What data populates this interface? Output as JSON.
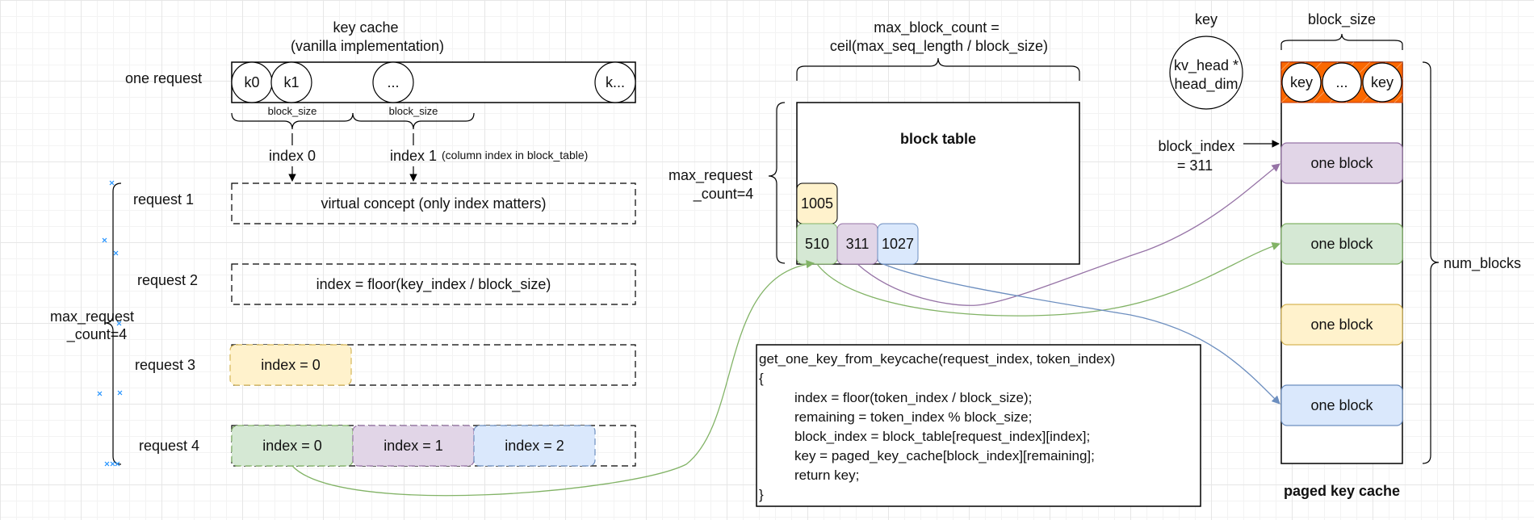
{
  "colors": {
    "yellow_fill": "#fff2cc",
    "yellow_stroke": "#d6b656",
    "green_fill": "#d5e8d4",
    "green_stroke": "#82b366",
    "purple_fill": "#e1d5e7",
    "purple_stroke": "#9673a6",
    "blue_fill": "#dae8fc",
    "blue_stroke": "#6c8ebf",
    "orange_fill": "#fa6800",
    "orange_stroke": "#c73500"
  },
  "left": {
    "title_line1": "key cache",
    "title_line2": "(vanilla implementation)",
    "one_request_label": "one request",
    "tokens": [
      "k0",
      "k1",
      "...",
      "k..."
    ],
    "block_size_label_1": "block_size",
    "block_size_label_2": "block_size",
    "index0_label": "index 0",
    "index1_label": "index 1",
    "index1_note": "(column index in block_table)",
    "max_request_line1": "max_request",
    "max_request_line2": "_count=4",
    "request_labels": [
      "request 1",
      "request 2",
      "request 3",
      "request 4"
    ],
    "row1_text": "virtual concept (only index matters)",
    "row2_text": "index = floor(key_index / block_size)",
    "row3_index": "index = 0",
    "row4_indices": [
      "index = 0",
      "index = 1",
      "index = 2"
    ]
  },
  "middle": {
    "max_block_line1": "max_block_count =",
    "max_block_line2": "ceil(max_seq_length / block_size)",
    "max_request_line1": "max_request",
    "max_request_line2": "_count=4",
    "block_table_title": "block table",
    "cell_top": "1005",
    "cells_bottom": [
      "510",
      "311",
      "1027"
    ]
  },
  "code": {
    "lines": [
      "get_one_key_from_keycache(request_index, token_index)",
      "{",
      "index = floor(token_index / block_size);",
      "remaining = token_index % block_size;",
      "block_index = block_table[request_index][index];",
      "key = paged_key_cache[block_index][remaining];",
      "return key;",
      "}"
    ]
  },
  "right": {
    "key_label": "key",
    "key_circle_line1": "kv_head *",
    "key_circle_line2": "head_dim",
    "block_size_label": "block_size",
    "key_cells": [
      "key",
      "...",
      "key"
    ],
    "block_index_line1": "block_index",
    "block_index_line2": "= 311",
    "blocks": [
      "one block",
      "one block",
      "one block",
      "one block"
    ],
    "num_blocks_label": "num_blocks",
    "paged_title": "paged key cache"
  }
}
